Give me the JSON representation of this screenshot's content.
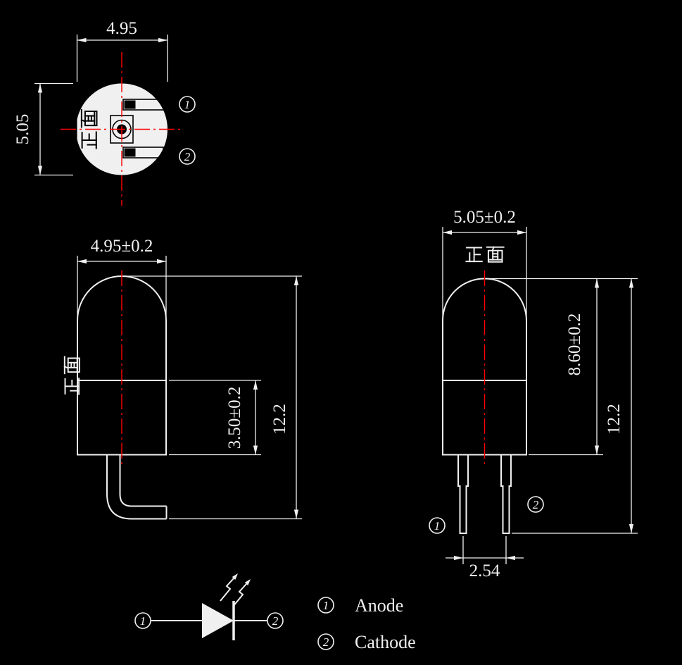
{
  "colors": {
    "background": "#000000",
    "line": "#f0f0f0",
    "centerline": "#ff0000",
    "detail": "#000000"
  },
  "top_view": {
    "width_dim": "4.95",
    "height_dim": "5.05",
    "face_label": "正面",
    "pins": {
      "pin1": "1",
      "pin2": "2"
    }
  },
  "front_view": {
    "width_dim": "4.95±0.2",
    "face_label": "正面",
    "seat_height_dim": "3.50±0.2",
    "total_height_dim": "12.2"
  },
  "side_view": {
    "width_dim": "5.05±0.2",
    "face_label": "正面",
    "body_height_dim": "8.60±0.2",
    "total_height_dim": "12.2",
    "lead_pitch_dim": "2.54",
    "pins": {
      "pin1": "1",
      "pin2": "2"
    }
  },
  "schematic": {
    "pin1": "1",
    "pin2": "2"
  },
  "legend": {
    "pin1": "1",
    "pin1_label": "Anode",
    "pin2": "2",
    "pin2_label": "Cathode"
  }
}
